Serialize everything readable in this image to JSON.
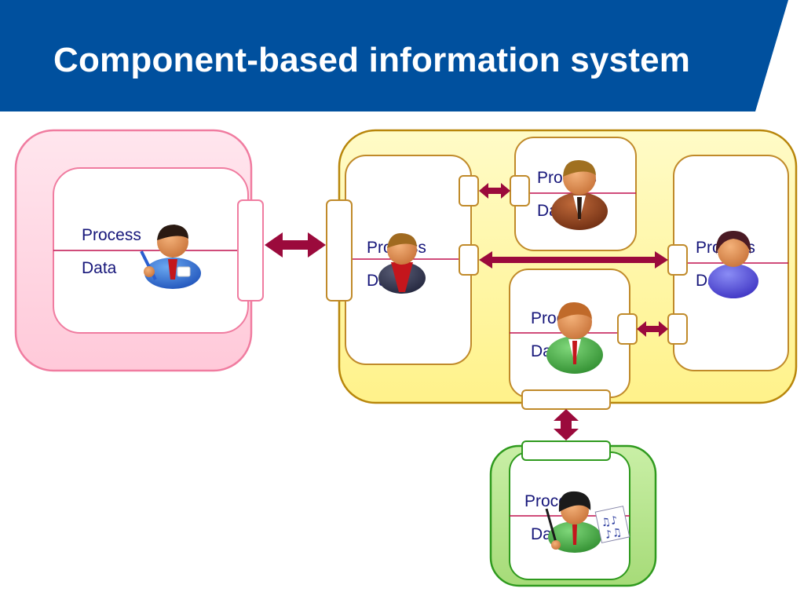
{
  "slide": {
    "title": "Component-based information system"
  },
  "colors": {
    "banner": "#00509e",
    "pink_fill": "#ffd6e2",
    "pink_stroke": "#f07ca0",
    "yellow_fill": "#fff7a6",
    "yellow_stroke": "#b8860b",
    "green_fill": "#b6e38e",
    "green_stroke": "#2f9a1e",
    "inner_stroke": "#c08a2a",
    "arrow": "#9b0a3c",
    "divider": "#c0104f",
    "label": "#16167a"
  },
  "components": [
    {
      "id": "left",
      "process": "Process",
      "data": "Data",
      "person": "person-pen-badge-icon"
    },
    {
      "id": "center",
      "process": "Process",
      "data": "Data",
      "person": "person-red-scarf-icon"
    },
    {
      "id": "top",
      "process": "Process",
      "data": "Data",
      "person": "person-brown-suit-icon"
    },
    {
      "id": "middle",
      "process": "Process",
      "data": "Data",
      "person": "person-green-suit-icon"
    },
    {
      "id": "right",
      "process": "Process",
      "data": "Data",
      "person": "person-woman-purple-icon"
    },
    {
      "id": "bottom",
      "process": "Process",
      "data": "Data",
      "person": "person-teacher-music-icon"
    }
  ]
}
